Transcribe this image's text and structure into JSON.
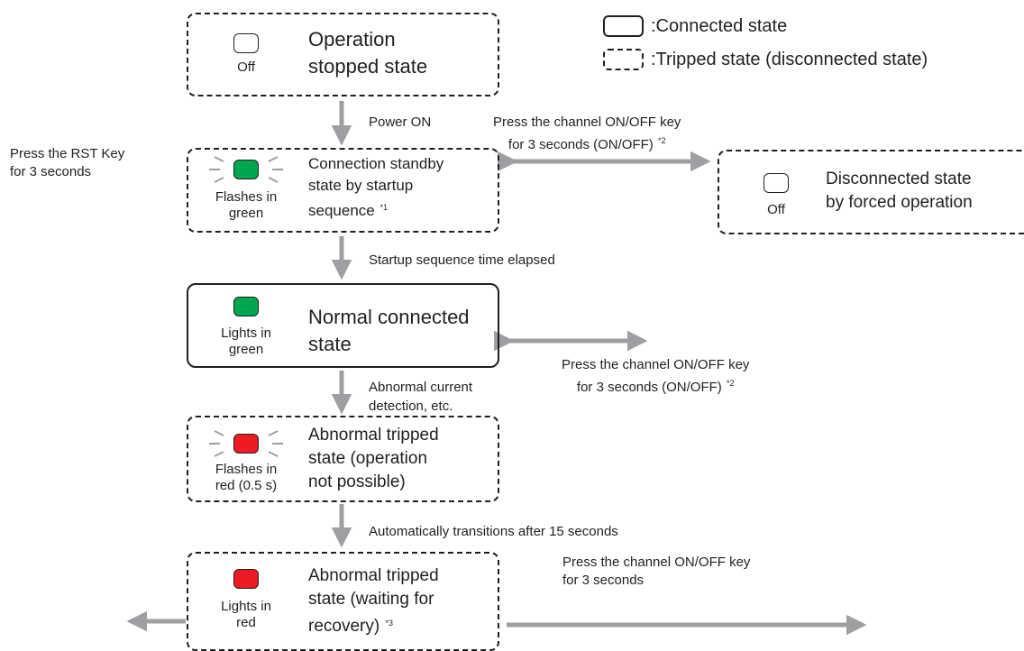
{
  "legend": {
    "connected": ":Connected state",
    "tripped": ":Tripped state (disconnected state)"
  },
  "states": {
    "stopped": {
      "led": "Off",
      "title_line1": "Operation",
      "title_line2": "stopped state"
    },
    "standby": {
      "led_line1": "Flashes in",
      "led_line2": "green",
      "title_line1": "Connection standby",
      "title_line2": "state by startup",
      "title_line3": "sequence",
      "note": "*1"
    },
    "normal": {
      "led_line1": "Lights in",
      "led_line2": "green",
      "title_line1": "Normal connected",
      "title_line2": "state"
    },
    "abnormal_flash": {
      "led_line1": "Flashes in",
      "led_line2": "red (0.5 s)",
      "title_line1": "Abnormal tripped",
      "title_line2": "state (operation",
      "title_line3": "not possible)"
    },
    "abnormal_wait": {
      "led_line1": "Lights in",
      "led_line2": "red",
      "title_line1": "Abnormal tripped",
      "title_line2": "state (waiting for",
      "title_line3": "recovery)",
      "note": "*3"
    },
    "forced": {
      "led": "Off",
      "title_line1": "Disconnected state",
      "title_line2": "by forced operation"
    }
  },
  "transitions": {
    "power_on": "Power ON",
    "startup_elapsed": "Startup sequence time elapsed",
    "abnormal_line1": "Abnormal current",
    "abnormal_line2": "detection, etc.",
    "auto_line": "Automatically transitions after 15 seconds",
    "rst_line1": "Press the RST Key",
    "rst_line2": "for 3 seconds",
    "key_top_line1": "Press the channel ON/OFF key",
    "key_top_line2": "for 3 seconds (ON/OFF)",
    "key_top_note": "*2",
    "key_mid_line1": "Press the channel ON/OFF key",
    "key_mid_line2": "for 3 seconds (ON/OFF)",
    "key_mid_note": "*2",
    "key_bot_line1": "Press the channel ON/OFF key",
    "key_bot_line2": "for 3 seconds"
  },
  "colors": {
    "arrow": "#9d9fa2",
    "led_green": "#00a650",
    "led_red": "#ed1c24",
    "outline": "#231f20"
  }
}
